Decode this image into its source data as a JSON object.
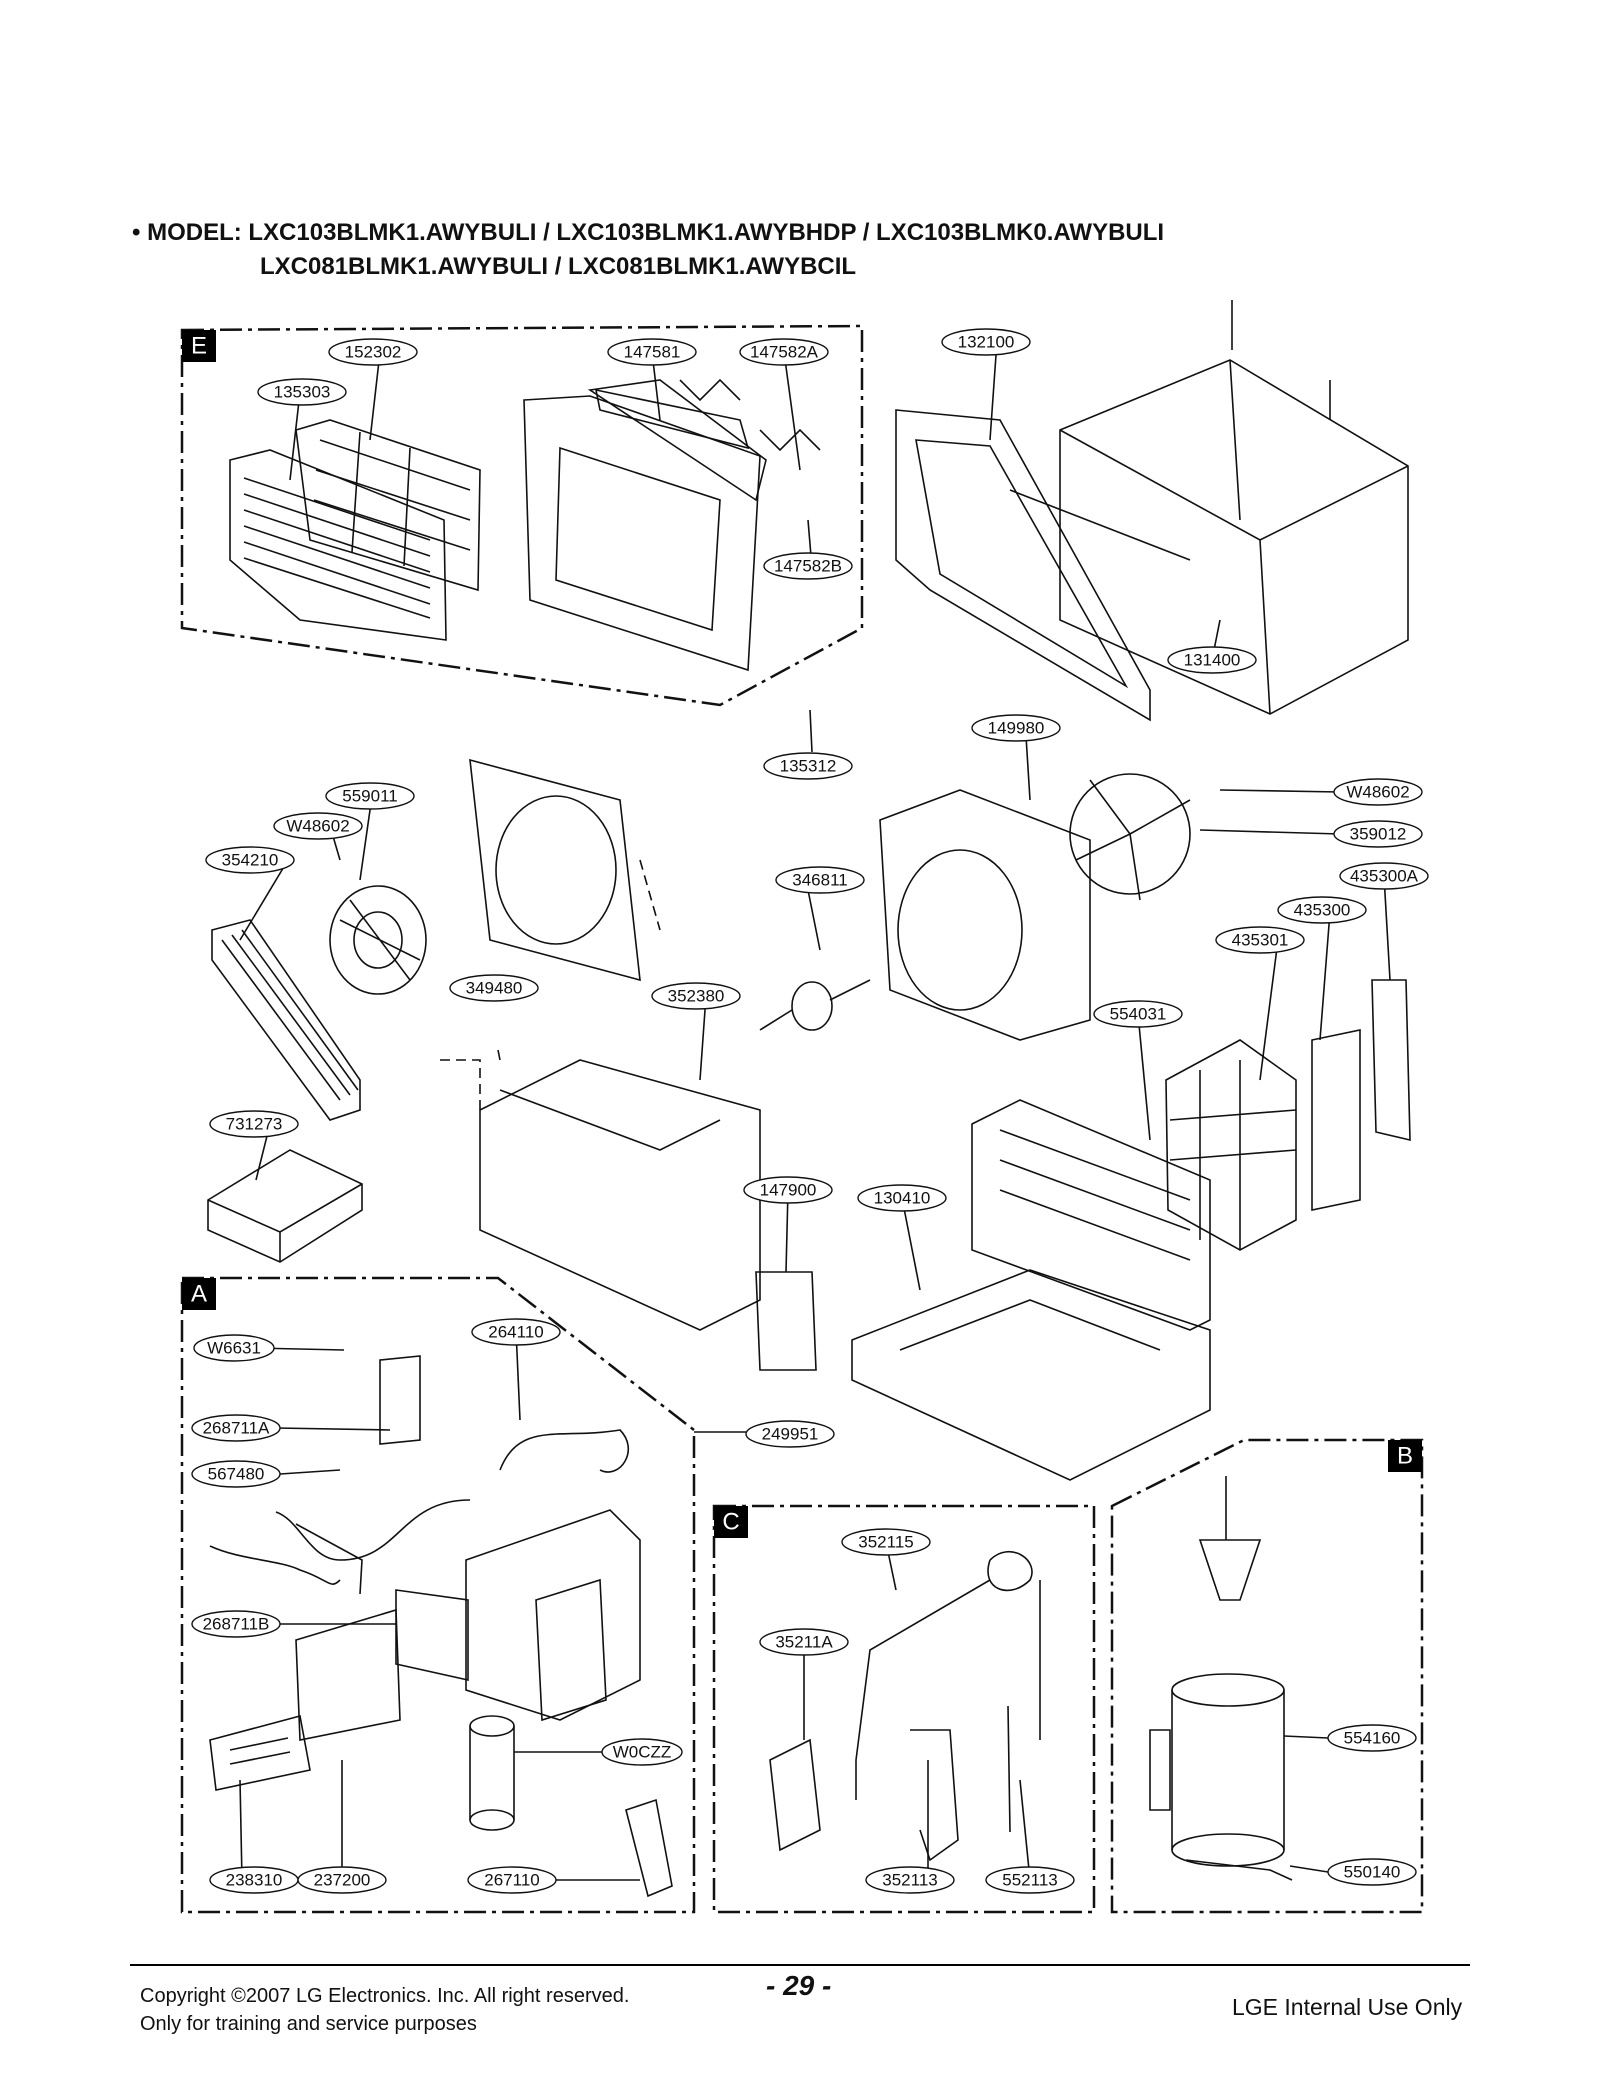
{
  "header": {
    "model_line1": "• MODEL: LXC103BLMK1.AWYBULI / LXC103BLMK1.AWYBHDP / LXC103BLMK0.AWYBULI",
    "model_line2": "LXC081BLMK1.AWYBULI / LXC081BLMK1.AWYBCIL"
  },
  "sections": {
    "E": "E",
    "A": "A",
    "B": "B",
    "C": "C"
  },
  "parts": {
    "p152302": "152302",
    "p147581": "147581",
    "p147582A": "147582A",
    "p135303": "135303",
    "p147582B": "147582B",
    "p132100": "132100",
    "p131400": "131400",
    "p135312": "135312",
    "p149980": "149980",
    "p559011": "559011",
    "pW48602a": "W48602",
    "p354210": "354210",
    "p346811": "346811",
    "pW48602b": "W48602",
    "p359012": "359012",
    "p435300A": "435300A",
    "p435300": "435300",
    "p435301": "435301",
    "p349480": "349480",
    "p352380": "352380",
    "p554031": "554031",
    "p731273": "731273",
    "p147900": "147900",
    "p130410": "130410",
    "pW6631": "W6631",
    "p264110": "264110",
    "p268711A": "268711A",
    "p249951": "249951",
    "p567480": "567480",
    "p268711B": "268711B",
    "pW0CZZ": "W0CZZ",
    "p238310": "238310",
    "p237200": "237200",
    "p267110": "267110",
    "p352115": "352115",
    "p35211A": "35211A",
    "p352113": "352113",
    "p552113": "552113",
    "p554160": "554160",
    "p550140": "550140"
  },
  "footer": {
    "copyright": "Copyright ©2007 LG Electronics. Inc. All right reserved.",
    "training": "Only for training and service purposes",
    "page_number": "- 29 -",
    "internal": "LGE Internal Use Only"
  }
}
